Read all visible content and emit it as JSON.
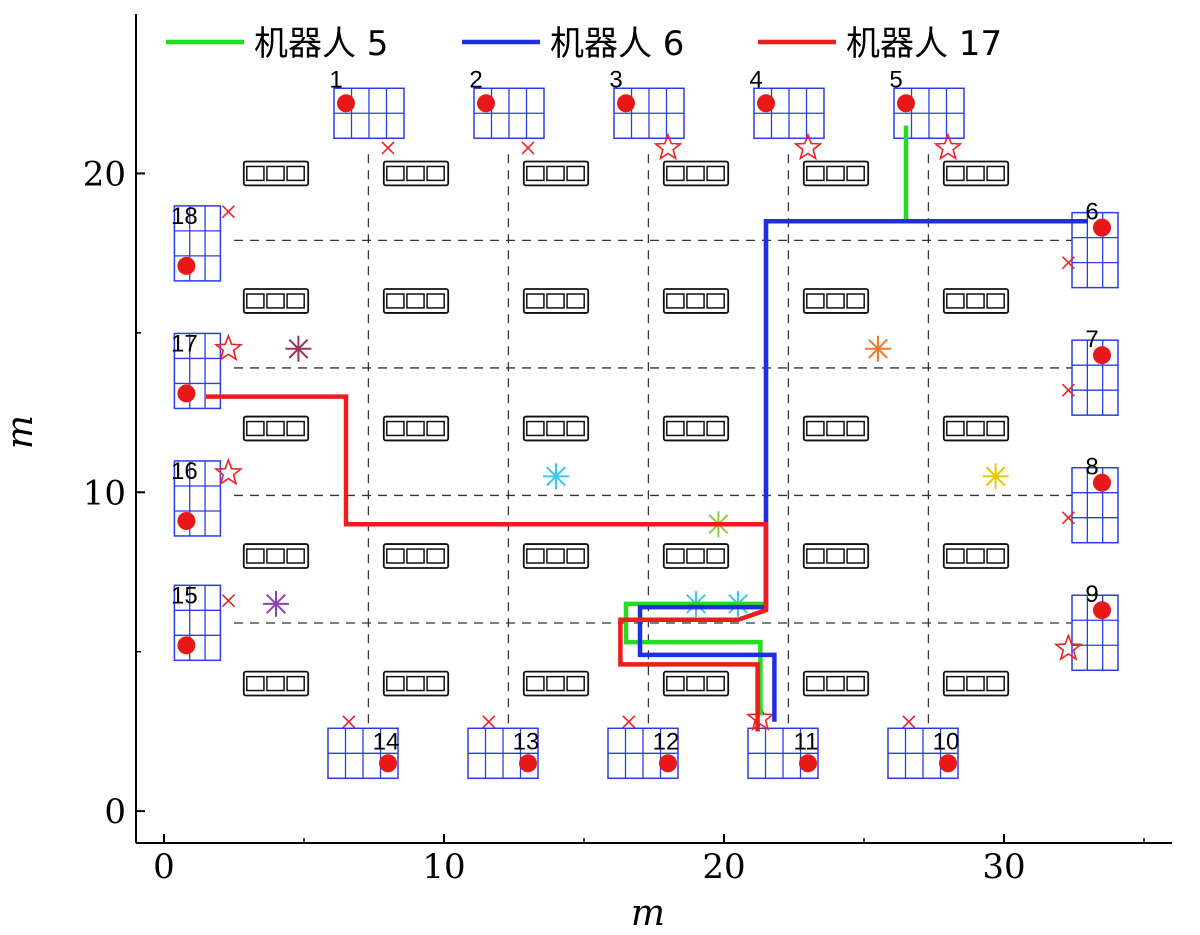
{
  "chart_data": {
    "type": "line",
    "xlabel": "m",
    "ylabel": "m",
    "xlim": [
      -1,
      36
    ],
    "ylim": [
      -1,
      25
    ],
    "xticks": [
      0,
      10,
      20,
      30
    ],
    "yticks": [
      0,
      10,
      20
    ],
    "grid": false,
    "legend": {
      "position": "top-left",
      "orientation": "horizontal"
    },
    "series": [
      {
        "name": "机器人 5",
        "color": "#22dd22",
        "x": [
          26.5,
          26.5,
          26.5,
          21.5,
          21.5,
          16.5,
          16.5,
          21.3,
          21.3
        ],
        "y": [
          21.5,
          18.5,
          18.5,
          18.5,
          6.5,
          6.5,
          5.3,
          5.3,
          3.0
        ]
      },
      {
        "name": "机器人 6",
        "color": "#1f2fe0",
        "x": [
          33.0,
          21.5,
          21.5,
          17.0,
          17.0,
          21.8,
          21.8
        ],
        "y": [
          18.5,
          18.5,
          6.4,
          6.4,
          4.9,
          4.9,
          2.8
        ]
      },
      {
        "name": "机器人 17",
        "color": "#ee1c1c",
        "x": [
          1.5,
          6.5,
          6.5,
          21.5,
          21.5,
          20.5,
          16.3,
          16.3,
          21.2,
          21.2
        ],
        "y": [
          13.0,
          13.0,
          9.0,
          9.0,
          6.3,
          6.0,
          6.0,
          4.6,
          4.6,
          2.5
        ]
      }
    ],
    "stations": [
      {
        "id": "1",
        "x": 6.5,
        "y": 22.2
      },
      {
        "id": "2",
        "x": 11.5,
        "y": 22.2
      },
      {
        "id": "3",
        "x": 16.5,
        "y": 22.2
      },
      {
        "id": "4",
        "x": 21.5,
        "y": 22.2
      },
      {
        "id": "5",
        "x": 26.5,
        "y": 22.2
      },
      {
        "id": "6",
        "x": 33.5,
        "y": 18.3
      },
      {
        "id": "7",
        "x": 33.5,
        "y": 14.3
      },
      {
        "id": "8",
        "x": 33.5,
        "y": 10.3
      },
      {
        "id": "9",
        "x": 33.5,
        "y": 6.3
      },
      {
        "id": "10",
        "x": 28.0,
        "y": 1.5
      },
      {
        "id": "11",
        "x": 23.0,
        "y": 1.5
      },
      {
        "id": "12",
        "x": 18.0,
        "y": 1.5
      },
      {
        "id": "13",
        "x": 13.0,
        "y": 1.5
      },
      {
        "id": "14",
        "x": 8.0,
        "y": 1.5
      },
      {
        "id": "15",
        "x": 0.8,
        "y": 5.2
      },
      {
        "id": "16",
        "x": 0.8,
        "y": 9.1
      },
      {
        "id": "17",
        "x": 0.8,
        "y": 13.1
      },
      {
        "id": "18",
        "x": 0.8,
        "y": 17.1
      }
    ],
    "shelves": {
      "x": [
        4.0,
        9.0,
        14.0,
        19.0,
        24.0,
        29.0
      ],
      "y": [
        20.0,
        16.0,
        12.0,
        8.0,
        4.0
      ]
    },
    "guide_lines": {
      "vertical_x": [
        7.3,
        12.3,
        17.3,
        22.3,
        27.3
      ],
      "horizontal_y": [
        17.9,
        13.9,
        9.9,
        5.9
      ]
    },
    "x_markers": [
      [
        8.0,
        20.8
      ],
      [
        13.0,
        20.8
      ],
      [
        2.3,
        18.8
      ],
      [
        32.3,
        17.2
      ],
      [
        32.3,
        13.2
      ],
      [
        32.3,
        9.2
      ],
      [
        2.3,
        6.6
      ],
      [
        6.6,
        2.8
      ],
      [
        11.6,
        2.8
      ],
      [
        16.6,
        2.8
      ],
      [
        26.6,
        2.8
      ]
    ],
    "star_markers": [
      [
        18.0,
        20.8
      ],
      [
        23.0,
        20.8
      ],
      [
        28.0,
        20.8
      ],
      [
        2.3,
        14.5
      ],
      [
        2.3,
        10.6
      ],
      [
        32.3,
        5.1
      ],
      [
        21.3,
        2.9
      ]
    ],
    "asterisk_markers": [
      {
        "x": 4.8,
        "y": 14.5,
        "color": "#a0305a"
      },
      {
        "x": 25.5,
        "y": 14.5,
        "color": "#f07a2a"
      },
      {
        "x": 14.0,
        "y": 10.5,
        "color": "#3bc8f0"
      },
      {
        "x": 29.7,
        "y": 10.5,
        "color": "#e8c800"
      },
      {
        "x": 19.8,
        "y": 9.0,
        "color": "#88cc44"
      },
      {
        "x": 4.0,
        "y": 6.5,
        "color": "#9040b0"
      },
      {
        "x": 19.0,
        "y": 6.5,
        "color": "#3bc8f0"
      },
      {
        "x": 20.5,
        "y": 6.5,
        "color": "#3bc8f0"
      }
    ]
  }
}
